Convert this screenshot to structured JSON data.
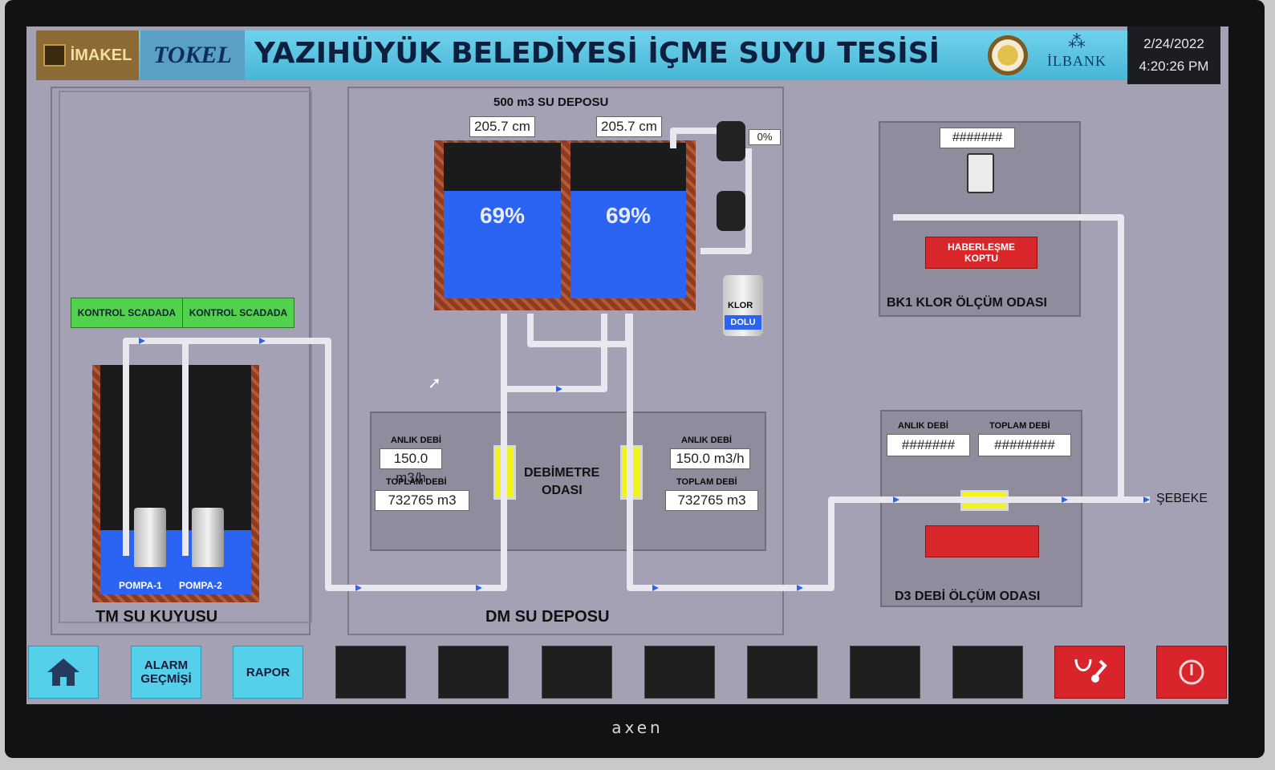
{
  "header": {
    "logo1_text": "İMAKEL",
    "logo2_text": "TOKEL",
    "title": "YAZIHÜYÜK BELEDİYESİ İÇME SUYU TESİSİ",
    "ilbank": "İLBANK",
    "date": "2/24/2022",
    "time": "4:20:26 PM"
  },
  "tm": {
    "title": "TM SU KUYUSU",
    "control_1": "KONTROL SCADADA",
    "control_2": "KONTROL SCADADA",
    "pump_1": "POMPA-1",
    "pump_2": "POMPA-2"
  },
  "dm": {
    "title": "DM SU DEPOSU",
    "tank_title": "500 m3 SU DEPOSU",
    "level_1": "205.7 cm",
    "level_2": "205.7 cm",
    "fill_1": "69%",
    "fill_2": "69%",
    "fill_fraction": 0.69,
    "dosing_pct": "0%",
    "klor_1": "KLOR",
    "klor_2": "DOLU",
    "meter_room_1": "DEBİMETRE",
    "meter_room_2": "ODASI",
    "left": {
      "flow_label": "ANLIK DEBİ",
      "flow": "150.0 m3/h",
      "total_label": "TOPLAM DEBİ",
      "total": "732765 m3"
    },
    "right": {
      "flow_label": "ANLIK DEBİ",
      "flow": "150.0 m3/h",
      "total_label": "TOPLAM DEBİ",
      "total": "732765 m3"
    }
  },
  "bk1": {
    "title": "BK1 KLOR ÖLÇÜM ODASI",
    "value": "#######",
    "alarm_1": "HABERLEŞME",
    "alarm_2": "KOPTU"
  },
  "d3": {
    "title": "D3 DEBİ ÖLÇÜM ODASI",
    "flow_label": "ANLIK DEBİ",
    "total_label": "TOPLAM DEBİ",
    "flow": "#######",
    "total": "########"
  },
  "network": "ŞEBEKE",
  "nav": {
    "alarm_1": "ALARM",
    "alarm_2": "GEÇMİŞİ",
    "report": "RAPOR"
  },
  "colors": {
    "water": "#2b63f3",
    "pipe": "#e8e8ee",
    "header": "#55c6e4",
    "alarm": "#d9262a",
    "ok": "#52d24c"
  },
  "icons": [
    "home-icon",
    "doctor-tools-icon",
    "power-icon",
    "cursor-icon"
  ],
  "brand": "axen"
}
